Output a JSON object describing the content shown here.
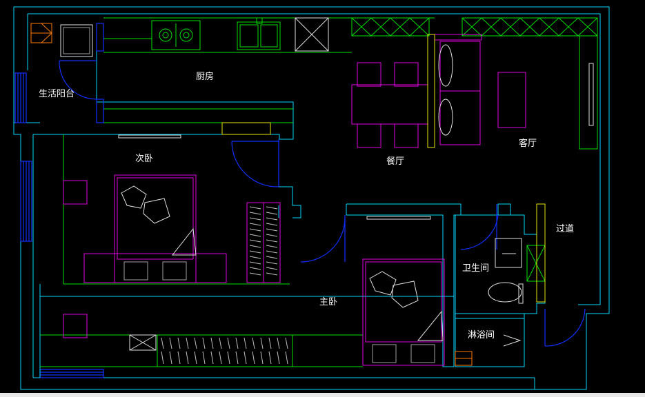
{
  "rooms": {
    "kitchen": "厨房",
    "balcony": "生活阳台",
    "dining": "餐厅",
    "living": "客厅",
    "second_bedroom": "次卧",
    "master_bedroom": "主卧",
    "corridor": "过道",
    "bathroom": "卫生间",
    "shower": "淋浴间"
  }
}
